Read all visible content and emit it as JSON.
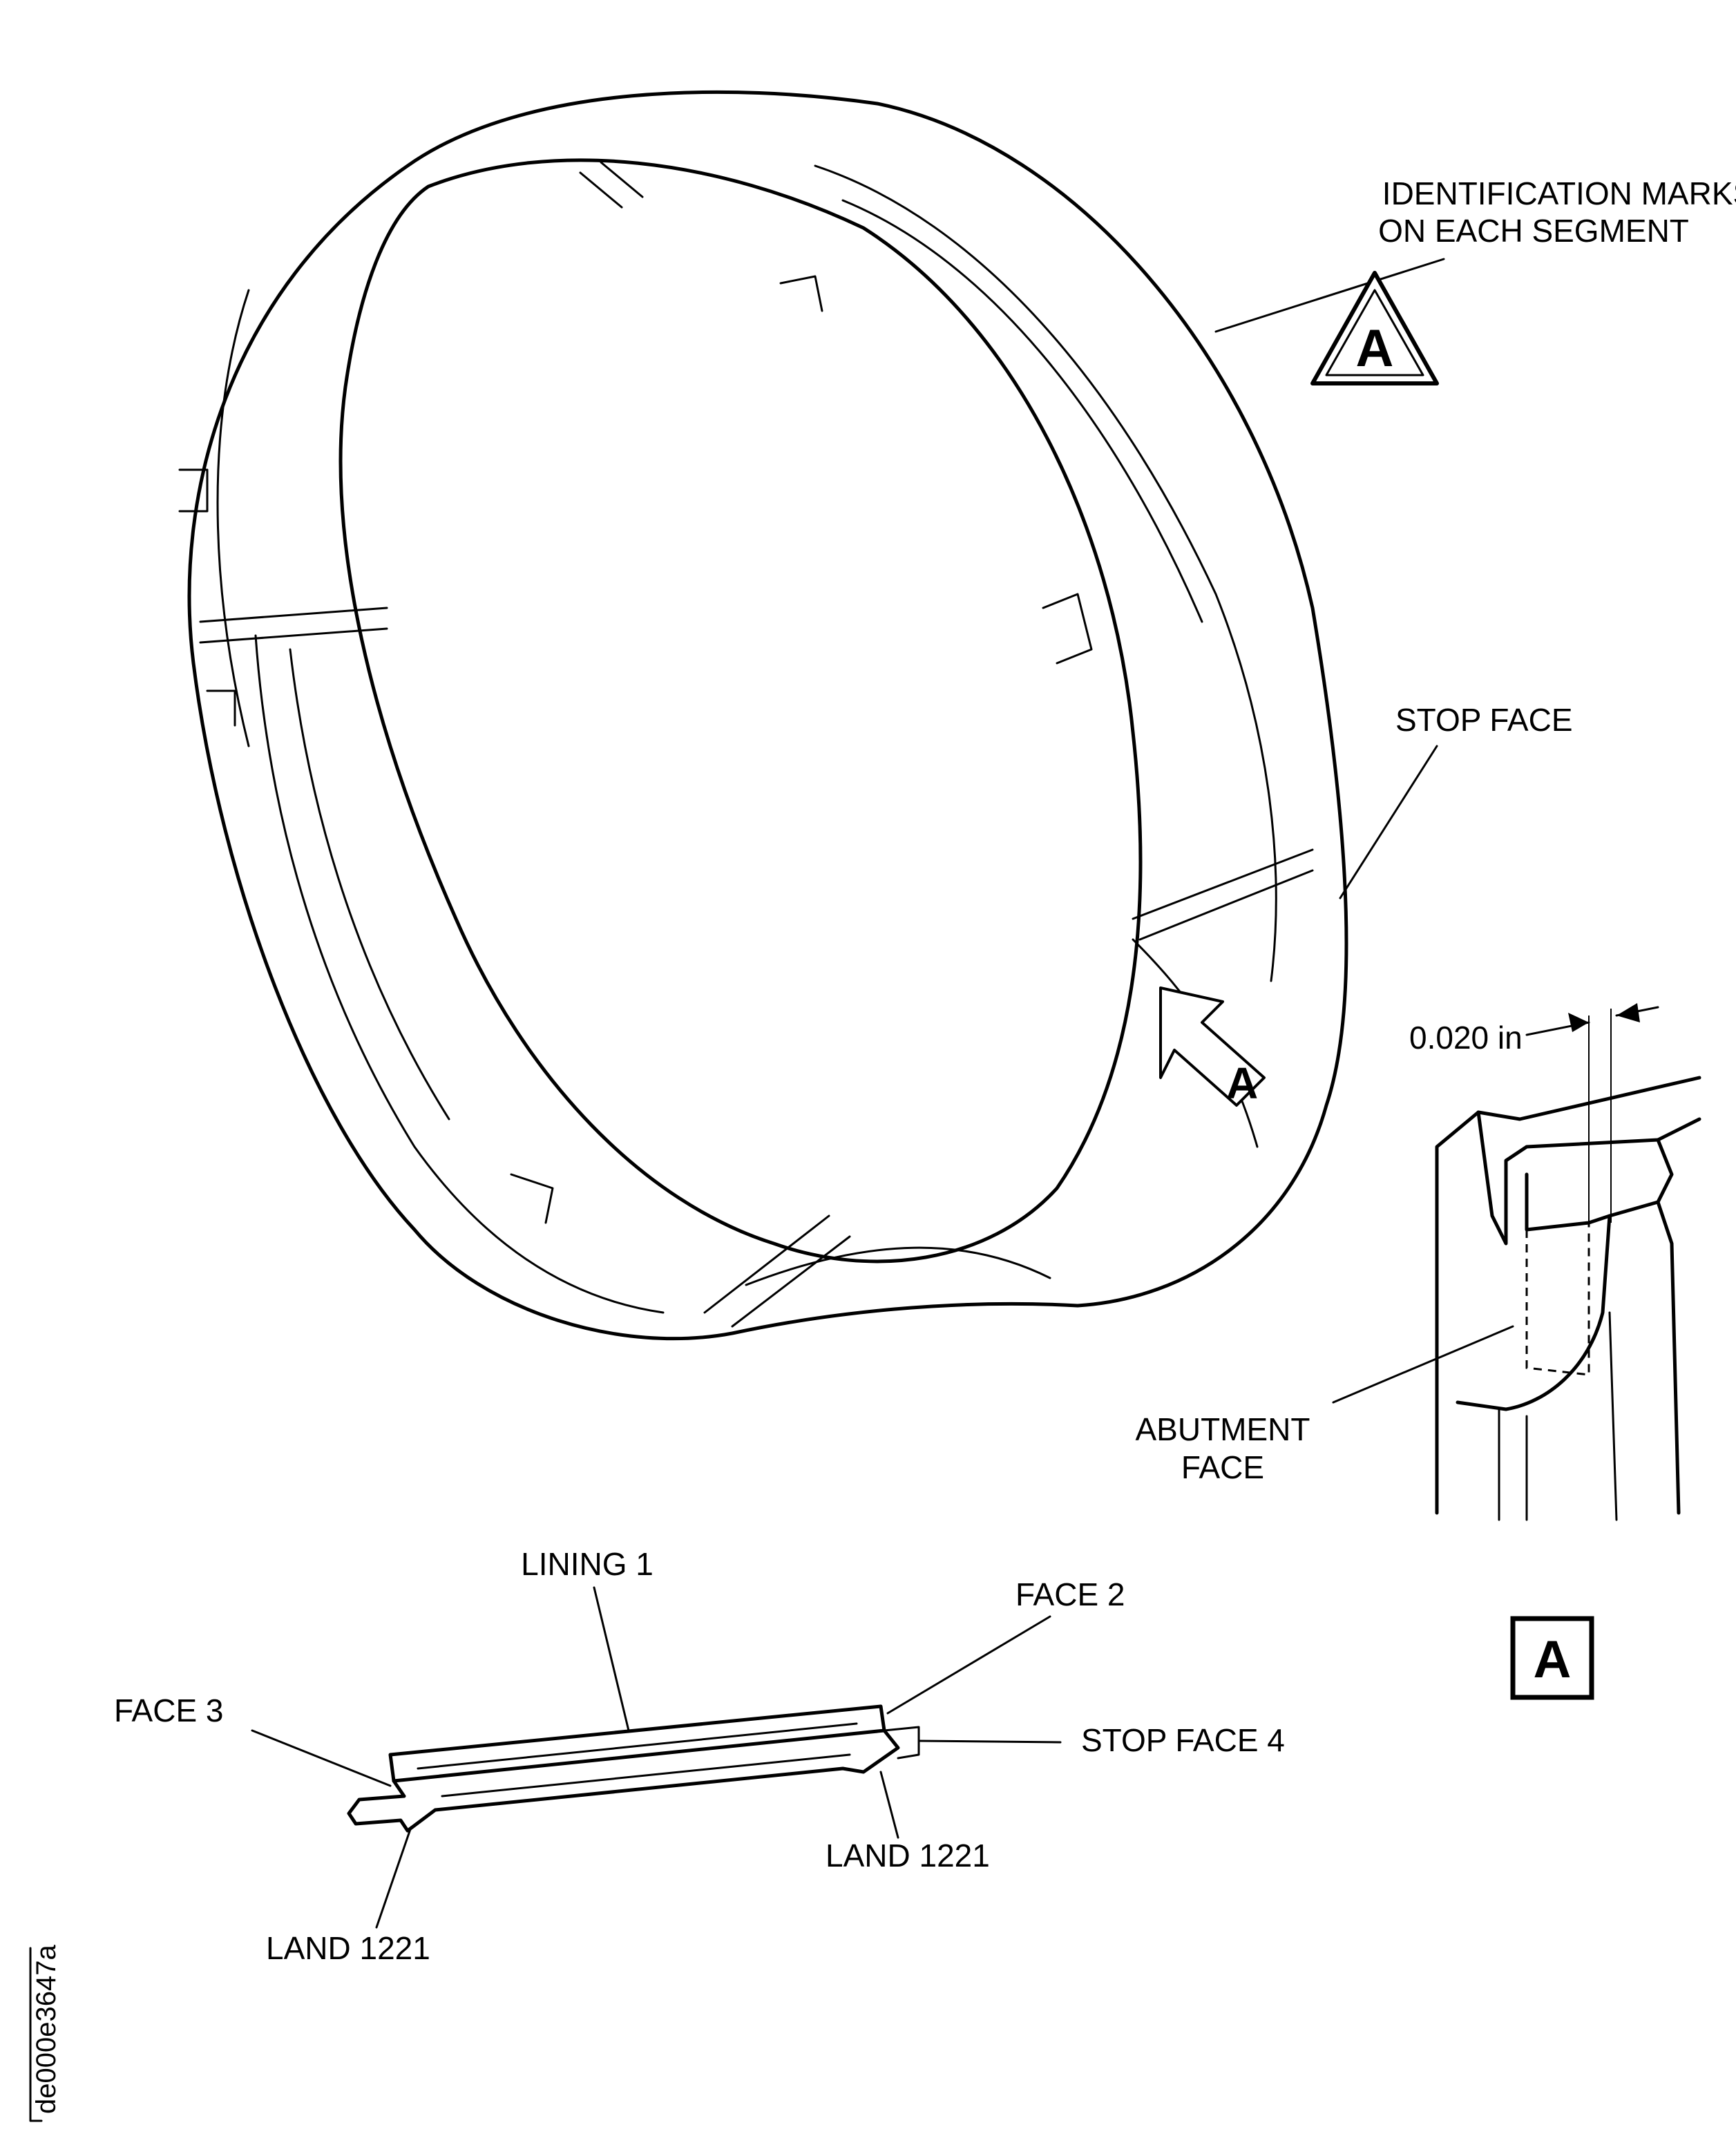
{
  "labels": {
    "identification_marks_line1": "IDENTIFICATION MARKS",
    "identification_marks_line2": "ON EACH SEGMENT",
    "view_letter": "A",
    "stop_face": "STOP FACE",
    "clearance": "0.020 in",
    "abutment_face_line1": "ABUTMENT",
    "abutment_face_line2": "FACE",
    "lining": "LINING 1",
    "face_2": "FACE 2",
    "face_3": "FACE 3",
    "stop_face_4": "STOP FACE 4",
    "land_left": "LAND 1221",
    "land_right": "LAND 1221",
    "figure_id": "de000e3647a"
  }
}
